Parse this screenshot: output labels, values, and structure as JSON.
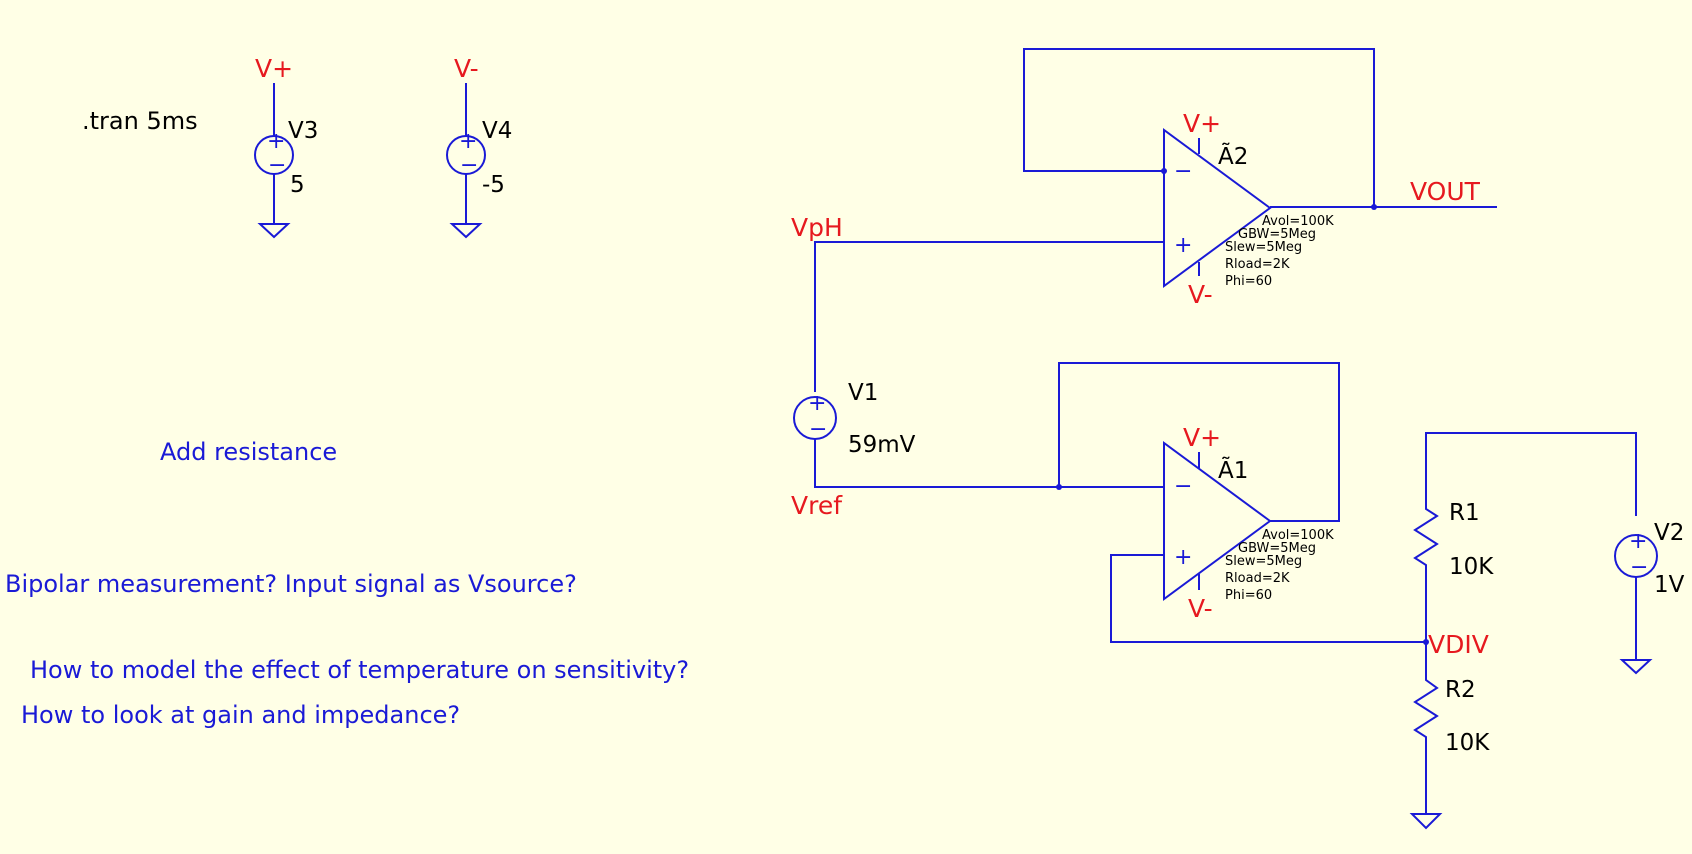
{
  "colors": {
    "background": "#ffffe6",
    "wire": "#1a1ad6",
    "net_label": "#e6191f",
    "comment": "#1a1ad6",
    "text": "#000000"
  },
  "directives": {
    "tran": ".tran 5ms"
  },
  "comments": {
    "add_resistance": "Add resistance",
    "bipolar": "Bipolar measurement? Input signal as Vsource?",
    "temperature": "How to model the effect of temperature on sensitivity?",
    "gain_impedance": "How to look at gain and impedance?"
  },
  "nets": {
    "vplus": "V+",
    "vminus": "V-",
    "vph": "VpH",
    "vref": "Vref",
    "vout": "VOUT",
    "vdiv": "VDIV"
  },
  "components": {
    "v3": {
      "name": "V3",
      "value": "5"
    },
    "v4": {
      "name": "V4",
      "value": "-5"
    },
    "v1": {
      "name": "V1",
      "value": "59mV"
    },
    "v2": {
      "name": "V2",
      "value": "1V"
    },
    "r1": {
      "name": "R1",
      "value": "10K"
    },
    "r2": {
      "name": "R2",
      "value": "10K"
    },
    "a1": {
      "name": "Ã1"
    },
    "a2": {
      "name": "Ã2"
    }
  },
  "opamp_spec": {
    "avol": "Avol=100K",
    "gbw": "GBW=5Meg",
    "slew": "Slew=5Meg",
    "rload": "Rload=2K",
    "phi": "Phi=60"
  },
  "symbols": {
    "plus": "+",
    "minus": "−"
  }
}
